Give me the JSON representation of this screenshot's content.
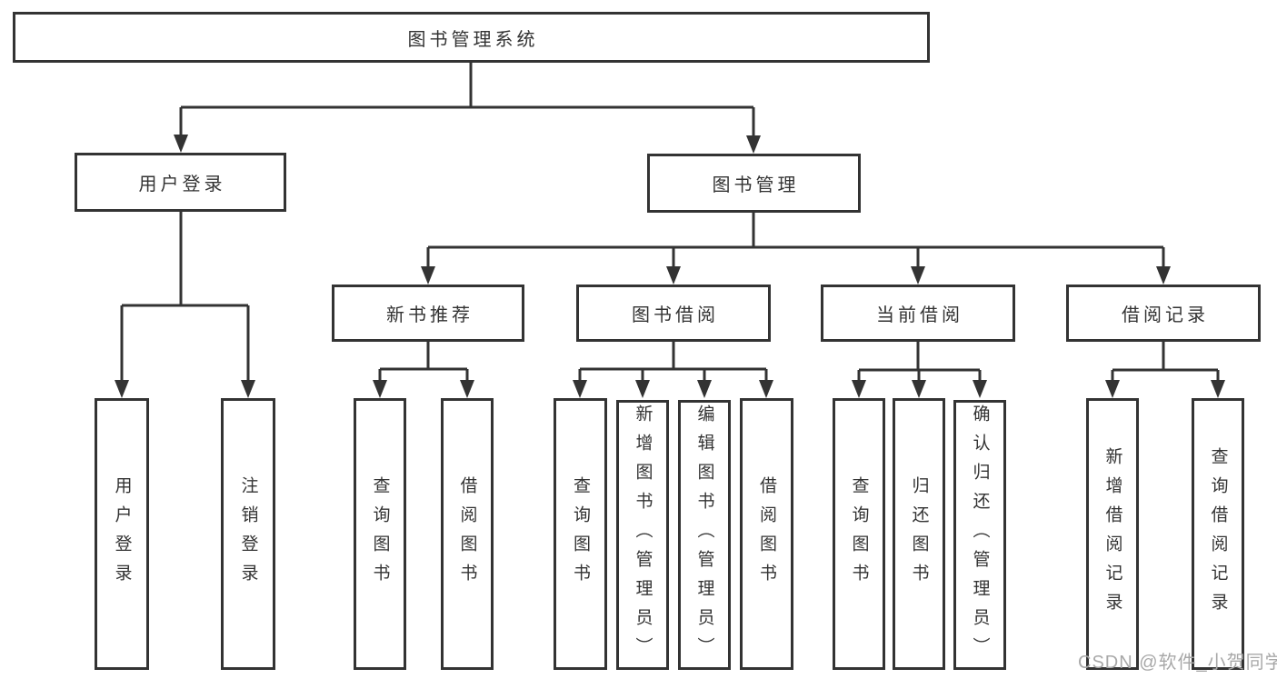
{
  "colors": {
    "line": "#333333",
    "box_border": "#333333",
    "text": "#333333",
    "watermark": "#a8a8a8",
    "background": "#ffffff"
  },
  "watermark": {
    "text": "CSDN @软件_小贺同学"
  },
  "tree": {
    "root": {
      "label": "图书管理系统",
      "children": [
        {
          "label": "用户登录",
          "children": [
            {
              "label": "用户登录"
            },
            {
              "label": "注销登录"
            }
          ]
        },
        {
          "label": "图书管理",
          "children": [
            {
              "label": "新书推荐",
              "children": [
                {
                  "label": "查询图书"
                },
                {
                  "label": "借阅图书"
                }
              ]
            },
            {
              "label": "图书借阅",
              "children": [
                {
                  "label": "查询图书"
                },
                {
                  "label": "新增图书（管理员）"
                },
                {
                  "label": "编辑图书（管理员）"
                },
                {
                  "label": "借阅图书"
                }
              ]
            },
            {
              "label": "当前借阅",
              "children": [
                {
                  "label": "查询图书"
                },
                {
                  "label": "归还图书"
                },
                {
                  "label": "确认归还（管理员）"
                }
              ]
            },
            {
              "label": "借阅记录",
              "children": [
                {
                  "label": "新增借阅记录"
                },
                {
                  "label": "查询借阅记录"
                }
              ]
            }
          ]
        }
      ]
    }
  }
}
